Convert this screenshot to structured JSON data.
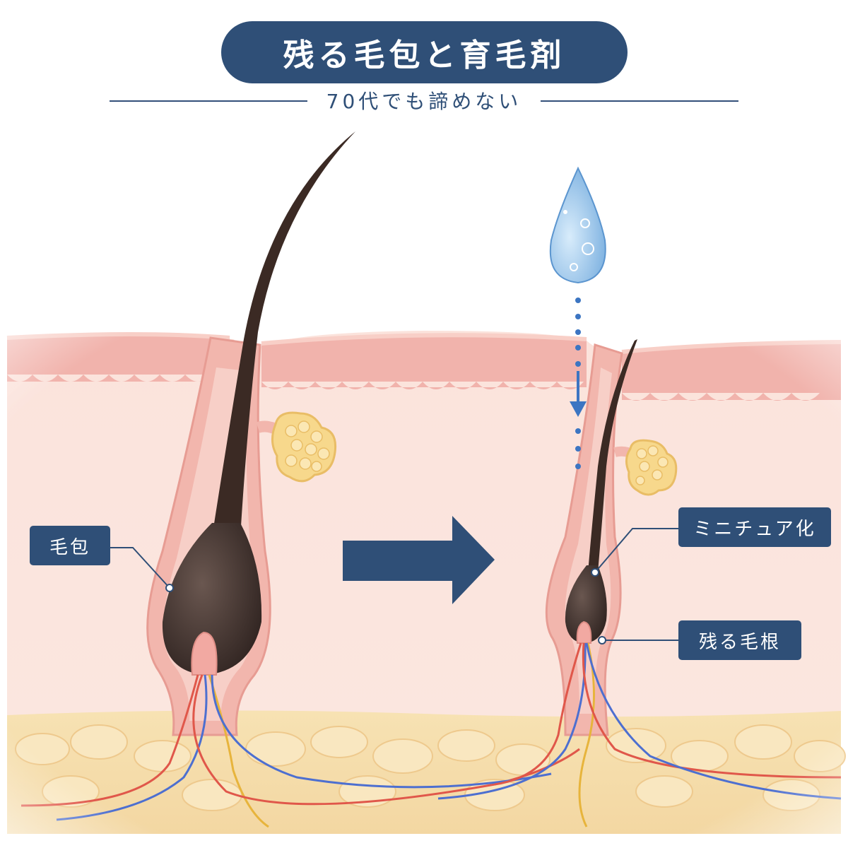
{
  "title": "残る毛包と育毛剤",
  "subtitle": "70代でも諦めない",
  "labels": {
    "follicle": "毛包",
    "miniaturization": "ミニチュア化",
    "remaining_root": "残る毛根"
  },
  "colors": {
    "navy": "#2f4f77",
    "skin": "#f4c9c2",
    "fat": "#f6dca6",
    "hair": "#3b2a24",
    "drop": "#7fb6e6"
  }
}
